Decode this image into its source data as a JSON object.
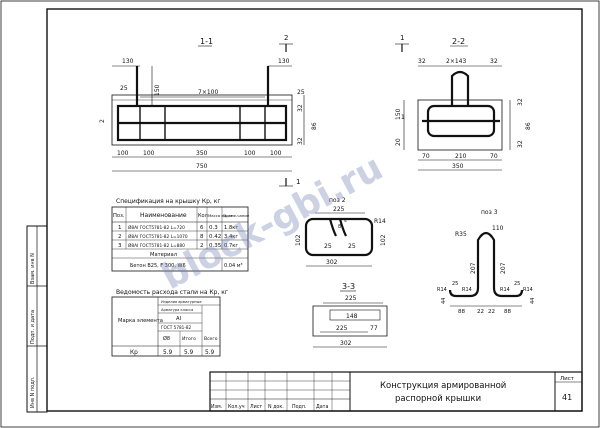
{
  "section_labels": {
    "s11": "1-1",
    "s22": "2-2",
    "s33": "3-3",
    "num1": "1",
    "num2": "2"
  },
  "poz": {
    "p2": "поз 2",
    "p3": "поз 3"
  },
  "view1": {
    "d130a": "130",
    "d130b": "130",
    "d25": "25",
    "d150": "150",
    "d7x100": "7×100",
    "d25b": "25",
    "d32": "32",
    "d86": "86",
    "d32b": "32",
    "d100a": "100",
    "d100b": "100",
    "d350": "350",
    "d100c": "100",
    "d100d": "100",
    "d750": "750",
    "left2": "2",
    "s1": "1",
    "s2": "2"
  },
  "view2": {
    "d32a": "32",
    "d2x143": "2×143",
    "d32b": "32",
    "d150": "150",
    "d20": "20",
    "d32c": "32",
    "d86": "86",
    "d32d": "32",
    "d70a": "70",
    "d210": "210",
    "d70b": "70",
    "d350": "350",
    "d1": "1",
    "d1b": "1"
  },
  "spec": {
    "title": "Спецификация на крышку Кр, кг",
    "headers": [
      "Поз.",
      "Наименование",
      "Кол",
      "Масса ед.,кг",
      "Приме-чание"
    ],
    "rows": [
      [
        "1",
        "Ø8AI ГОСТ5781-82 L=720",
        "6",
        "0.3",
        "1.8кг"
      ],
      [
        "2",
        "Ø8AI ГОСТ5781-82 L=1070",
        "8",
        "0.42",
        "3.4кг"
      ],
      [
        "3",
        "Ø8AI ГОСТ5781-82 L=880",
        "2",
        "0.35",
        "0.7кг"
      ]
    ],
    "material_label": "Материал",
    "material_row": "Бетон В25, F 300, W6",
    "material_vol": "0.04 м³"
  },
  "vedomost": {
    "title": "Ведомость расхода стали на Кр, кг",
    "mark_header": "Марка элемента",
    "h_izdelia": "Изделия арматурные",
    "h_klass": "Арматура класса",
    "h_ai": "AI",
    "h_gost": "ГОСТ 5781-82",
    "h_d8": "Ø8",
    "h_itogo": "Итого",
    "h_vsego": "Всего",
    "row": [
      "Кр",
      "5.9",
      "5.9",
      "5.9"
    ]
  },
  "poz2": {
    "d225": "225",
    "r14": "R14",
    "d25a": "25",
    "d25b": "25",
    "d102a": "102",
    "d102b": "102",
    "d302": "302",
    "d4": "4",
    "d8": "8"
  },
  "poz3": {
    "r35": "R35",
    "d110": "110",
    "d207a": "207",
    "d207b": "207",
    "r14a": "R14",
    "r14b": "R14",
    "r14c": "R14",
    "r14d": "R14",
    "d25a": "25",
    "d25b": "25",
    "d44a": "44",
    "d44b": "44",
    "d88a": "88",
    "d22a": "22",
    "d22b": "22",
    "d88b": "88"
  },
  "s33": {
    "d225": "225",
    "d148": "148",
    "d225b": "225",
    "d77": "77",
    "d302": "302"
  },
  "side_stamp": [
    "Взам. инв N",
    "Подп. и дата",
    "Инв N подл."
  ],
  "titleblock": {
    "cols": [
      "Изм.",
      "Кол.уч",
      "Лист",
      "N док.",
      "Подп.",
      "Дата"
    ],
    "title_line1": "Конструкция армированной",
    "title_line2": "распорной крышки",
    "sheet_label": "Лист",
    "sheet_no": "41"
  },
  "watermark": "block-gbi.ru"
}
